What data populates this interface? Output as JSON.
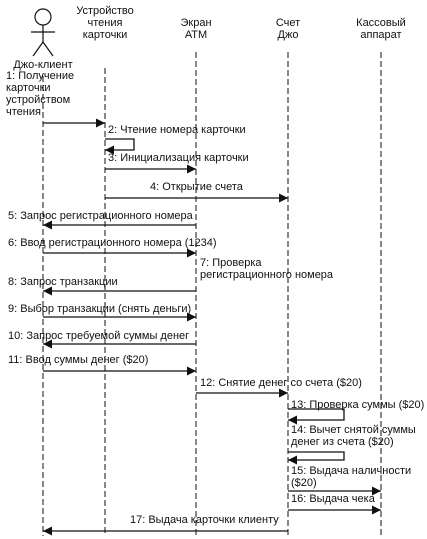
{
  "participants": [
    {
      "id": "joe",
      "label": [
        "Джо-клиент"
      ]
    },
    {
      "id": "reader",
      "label": [
        "Устройство",
        "чтения",
        "карточки"
      ]
    },
    {
      "id": "atm",
      "label": [
        "Экран",
        "АТМ"
      ]
    },
    {
      "id": "acct",
      "label": [
        "Счет",
        "Джо"
      ]
    },
    {
      "id": "cash",
      "label": [
        "Кассовый",
        "аппарат"
      ]
    }
  ],
  "messages": [
    {
      "num": "1",
      "from": "joe",
      "to": "reader",
      "text": [
        "1: Получение",
        "карточки",
        "устройством",
        "чтения"
      ]
    },
    {
      "num": "2",
      "from": "reader",
      "to": "reader",
      "text": [
        "2: Чтение номера карточки"
      ]
    },
    {
      "num": "3",
      "from": "reader",
      "to": "atm",
      "text": [
        "3: Инициализация карточки"
      ]
    },
    {
      "num": "4",
      "from": "reader",
      "to": "acct",
      "text": [
        "4: Открытие счета"
      ]
    },
    {
      "num": "5",
      "from": "atm",
      "to": "joe",
      "text": [
        "5: Запрос регистрационного номера"
      ]
    },
    {
      "num": "6",
      "from": "joe",
      "to": "atm",
      "text": [
        "6: Ввод регистрационного номера (1234)"
      ]
    },
    {
      "num": "7",
      "from": "atm",
      "to": "atm",
      "text": [
        "7: Проверка",
        "регистрационного номера"
      ]
    },
    {
      "num": "8",
      "from": "atm",
      "to": "joe",
      "text": [
        "8: Запрос транзакции"
      ]
    },
    {
      "num": "9",
      "from": "joe",
      "to": "atm",
      "text": [
        "9: Выбор транзакции (снять деньги)"
      ]
    },
    {
      "num": "10",
      "from": "atm",
      "to": "joe",
      "text": [
        "10: Запрос требуемой суммы денег"
      ]
    },
    {
      "num": "11",
      "from": "joe",
      "to": "atm",
      "text": [
        "11: Ввод суммы денег ($20)"
      ]
    },
    {
      "num": "12",
      "from": "atm",
      "to": "acct",
      "text": [
        "12: Снятие денег со счета ($20)"
      ]
    },
    {
      "num": "13",
      "from": "acct",
      "to": "acct",
      "text": [
        "13: Проверка суммы ($20)"
      ]
    },
    {
      "num": "14",
      "from": "acct",
      "to": "acct",
      "text": [
        "14: Вычет снятой суммы",
        "денег из счета ($20)"
      ]
    },
    {
      "num": "15",
      "from": "acct",
      "to": "cash",
      "text": [
        "15: Выдача наличности",
        "($20)"
      ]
    },
    {
      "num": "16",
      "from": "acct",
      "to": "cash",
      "text": [
        "16: Выдача чека"
      ]
    },
    {
      "num": "17",
      "from": "acct",
      "to": "joe",
      "text": [
        "17: Выдача карточки клиенту"
      ]
    }
  ]
}
